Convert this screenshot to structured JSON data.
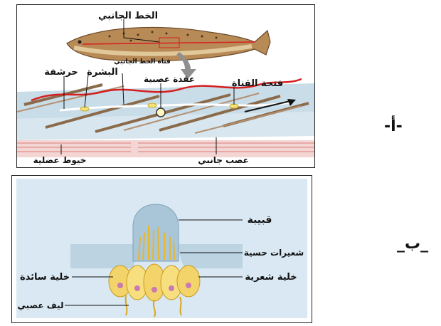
{
  "panel_a": {
    "marker": "-أ-",
    "labels": {
      "lateral_line": "الخط الجانبي",
      "line_canal": "قناة الخط الجانبي",
      "canal_opening": "فتحة القناة",
      "nerve_ganglion": "عقدة عصبية",
      "epidermis": "البشرة",
      "scale": "حرشفة",
      "muscle_fibers": "خيوط عضلية",
      "lateral_nerve": "عصب جانبي"
    }
  },
  "panel_b": {
    "marker": "_ب_",
    "labels": {
      "cupula": "قبيبة",
      "sensory_hairs": "شعيرات حسية",
      "hair_cell": "خلية شعرية",
      "supporting_cell": "خلية سائدة",
      "nerve_fiber": "ليف عصبي"
    }
  },
  "colors": {
    "skin_blue": "#bcd3e2",
    "canal_red": "#d62020",
    "muscle_pink": "#e7a9a6",
    "hair_yellow": "#e7b62a",
    "cupula_blue": "#a9c6d8"
  }
}
